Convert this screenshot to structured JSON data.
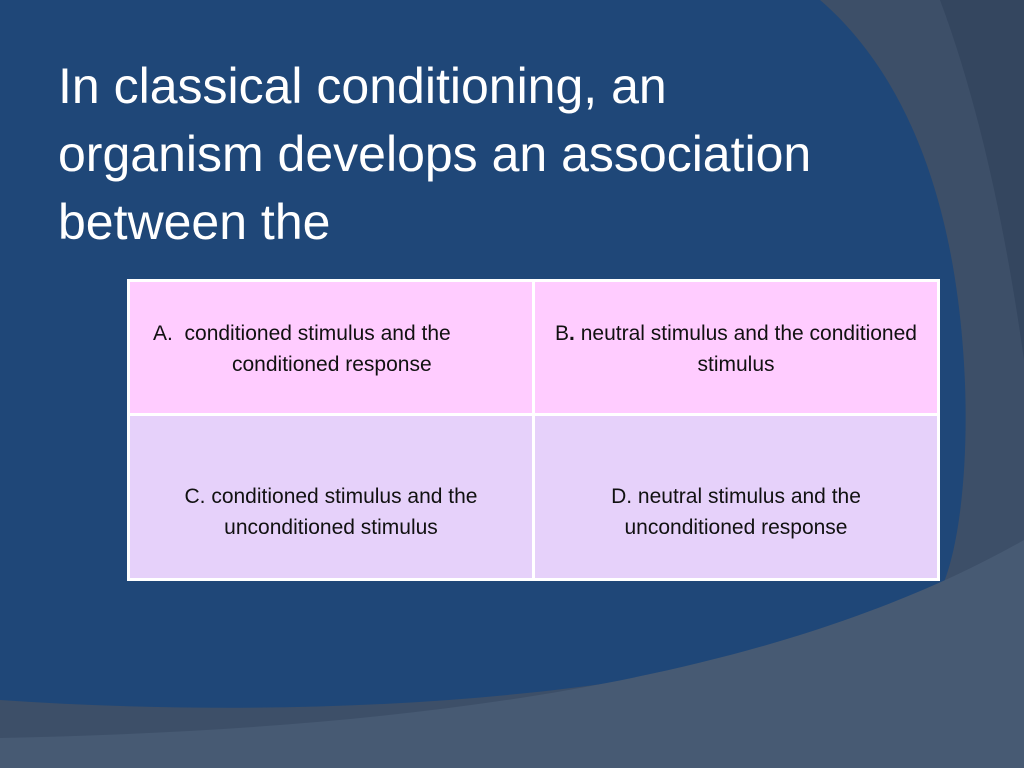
{
  "slide": {
    "title": "In classical conditioning, an organism develops an association between the",
    "colors": {
      "panel": "#1f4778",
      "frame": "#3d4f68",
      "top_row": "#ffccff",
      "bottom_row": "#e6d1fa",
      "title_text": "#ffffff"
    }
  },
  "options": {
    "a": {
      "letter": "A.",
      "line1": "conditioned stimulus and the",
      "line2": "conditioned response"
    },
    "b": {
      "letter": "B",
      "punct": ".",
      "text": "neutral stimulus and the conditioned stimulus"
    },
    "c": {
      "text": "C. conditioned stimulus and the unconditioned stimulus"
    },
    "d": {
      "text": "D. neutral stimulus and the unconditioned response"
    }
  }
}
